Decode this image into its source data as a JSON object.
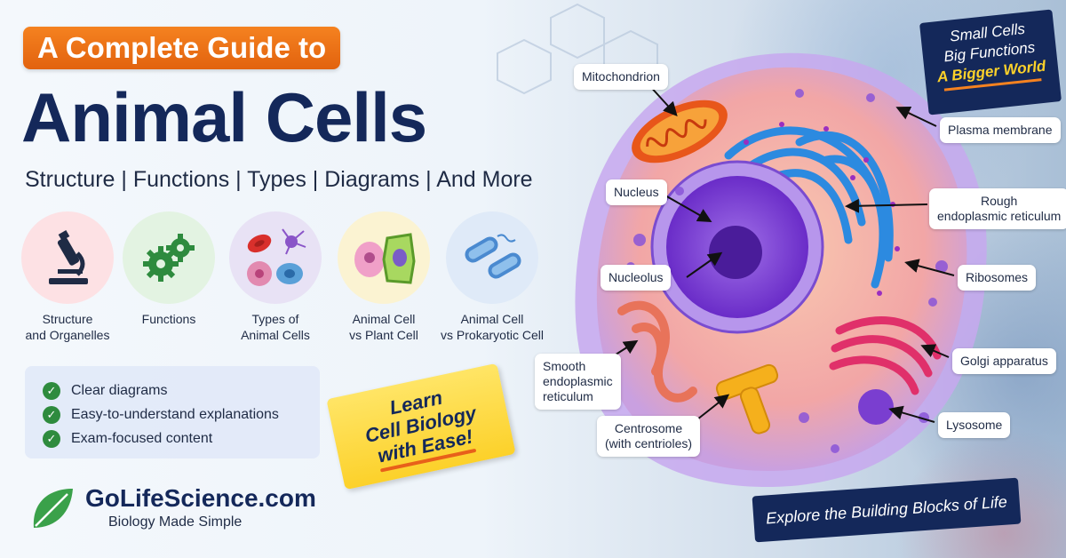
{
  "header": {
    "pill": "A Complete Guide to",
    "title": "Animal Cells",
    "subtitle": "Structure | Functions | Types | Diagrams | And More"
  },
  "topics": [
    {
      "label": "Structure and Organelles",
      "icon": "microscope-icon",
      "bg": "#fde1e4"
    },
    {
      "label": "Functions",
      "icon": "gears-icon",
      "bg": "#e3f3e2"
    },
    {
      "label": "Types of Animal Cells",
      "icon": "cell-types-icon",
      "bg": "#e8e2f5"
    },
    {
      "label": "Animal Cell vs Plant Cell",
      "icon": "cell-comparison-icon",
      "bg": "#fbf3d2"
    },
    {
      "label": "Animal Cell vs Prokaryotic Cell",
      "icon": "bacteria-icon",
      "bg": "#dfeaf8"
    }
  ],
  "features": [
    "Clear diagrams",
    "Easy-to-understand explanations",
    "Exam-focused content"
  ],
  "learn_note": {
    "line1": "Learn",
    "line2": "Cell Biology",
    "line3": "with Ease!"
  },
  "brand": {
    "name": "GoLifeScience.com",
    "tagline": "Biology Made Simple"
  },
  "banner_top": {
    "line1": "Small Cells",
    "line2": "Big Functions",
    "line3": "A Bigger World"
  },
  "banner_bottom": "Explore the Building Blocks of Life",
  "labels": {
    "mitochondrion": "Mitochondrion",
    "plasma_membrane": "Plasma membrane",
    "nucleus": "Nucleus",
    "rough_er_1": "Rough",
    "rough_er_2": "endoplasmic reticulum",
    "nucleolus": "Nucleolus",
    "ribosomes": "Ribosomes",
    "smooth_er_1": "Smooth",
    "smooth_er_2": "endoplasmic",
    "smooth_er_3": "reticulum",
    "golgi": "Golgi apparatus",
    "centrosome_1": "Centrosome",
    "centrosome_2": "(with centrioles)",
    "lysosome": "Lysosome"
  },
  "colors": {
    "navy": "#14285a",
    "orange": "#f58220",
    "green_check": "#2e8b3e",
    "yellow_note": "#fcd12a"
  }
}
